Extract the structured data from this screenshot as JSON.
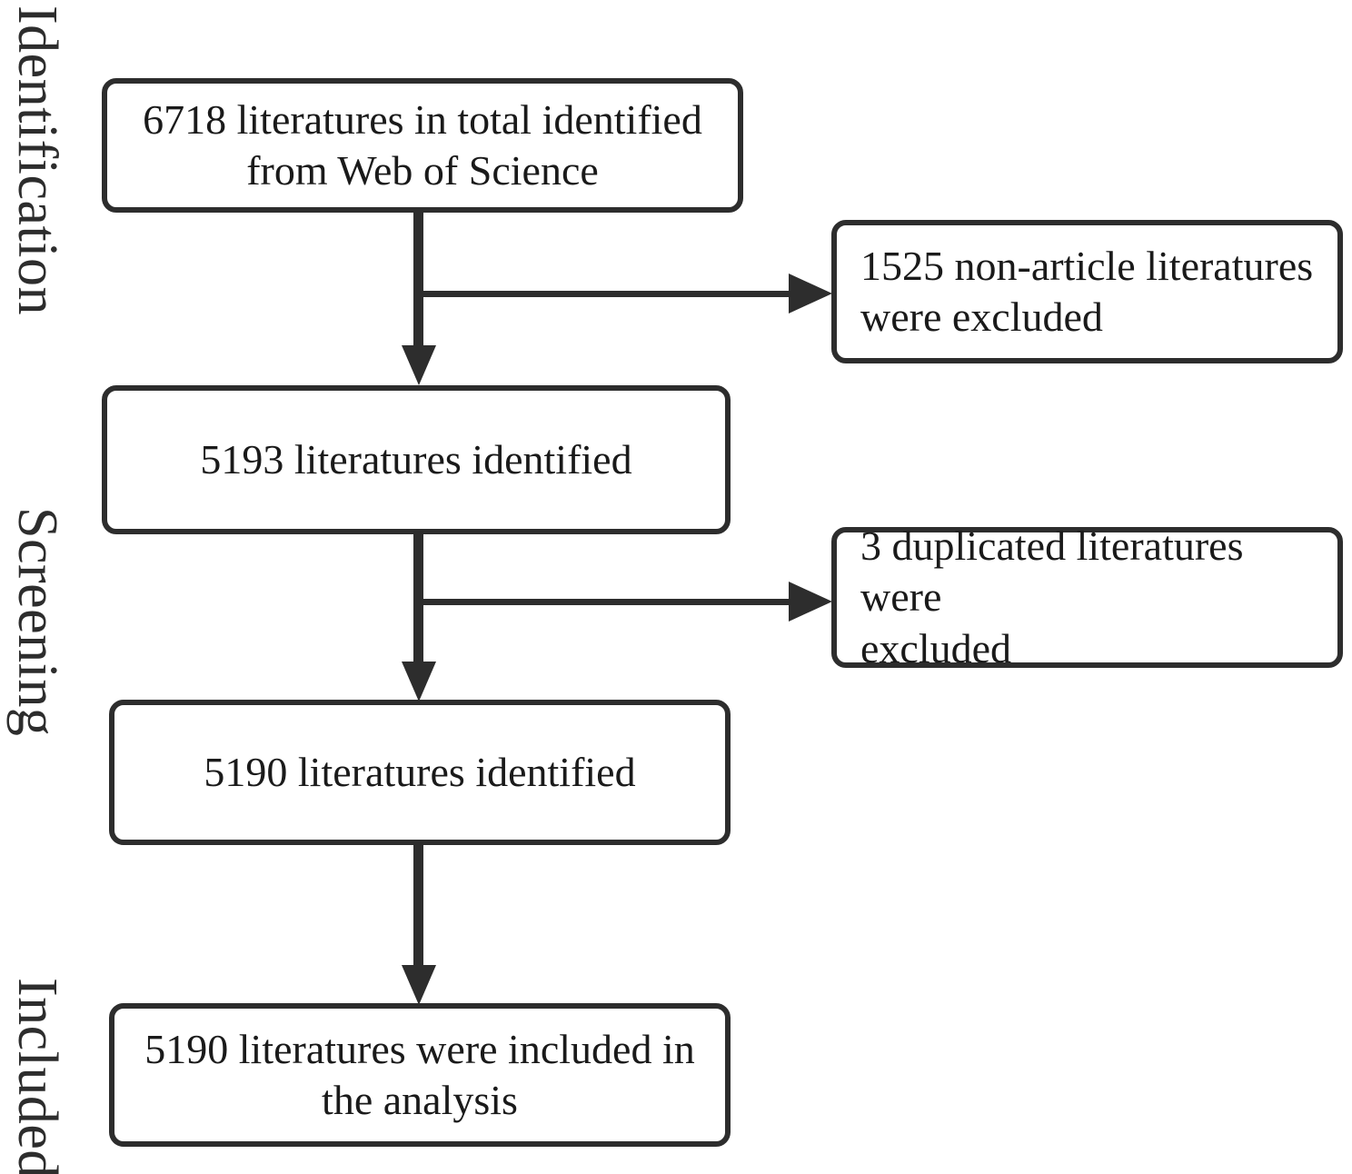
{
  "diagram": {
    "title": "Literature selection flow diagram",
    "type": "prisma-flowchart",
    "stroke_color": "#2d2d2d",
    "text_color": "#1a1a1a",
    "background_color": "#ffffff"
  },
  "stages": [
    {
      "id": "identification",
      "label": "Identification"
    },
    {
      "id": "screening",
      "label": "Screening"
    },
    {
      "id": "included",
      "label": "Included"
    }
  ],
  "boxes": {
    "identified_total": {
      "text": "6718 literatures in total identified\nfrom Web of Science",
      "align": "center"
    },
    "after_nonarticle": {
      "text": "5193 literatures identified",
      "align": "center"
    },
    "after_duplicates": {
      "text": "5190 literatures identified",
      "align": "center"
    },
    "final_included": {
      "text": "5190 literatures were included in\nthe analysis",
      "align": "center"
    },
    "excluded_nonarticle": {
      "text": "1525 non-article literatures\nwere excluded",
      "align": "left"
    },
    "excluded_duplicated": {
      "text": "3 duplicated literatures were\nexcluded",
      "align": "left"
    }
  },
  "counts": {
    "total_identified": 6718,
    "non_article_excluded": 1525,
    "after_non_article": 5193,
    "duplicates_excluded": 3,
    "after_duplicates": 5190,
    "final_included": 5190
  },
  "connectors": [
    {
      "id": "arrow-box1-to-box2",
      "direction": "down"
    },
    {
      "id": "arrow-branch-nonarticle",
      "direction": "right"
    },
    {
      "id": "arrow-box2-to-box3",
      "direction": "down"
    },
    {
      "id": "arrow-branch-duplicated",
      "direction": "right"
    },
    {
      "id": "arrow-box3-to-box4",
      "direction": "down"
    }
  ]
}
